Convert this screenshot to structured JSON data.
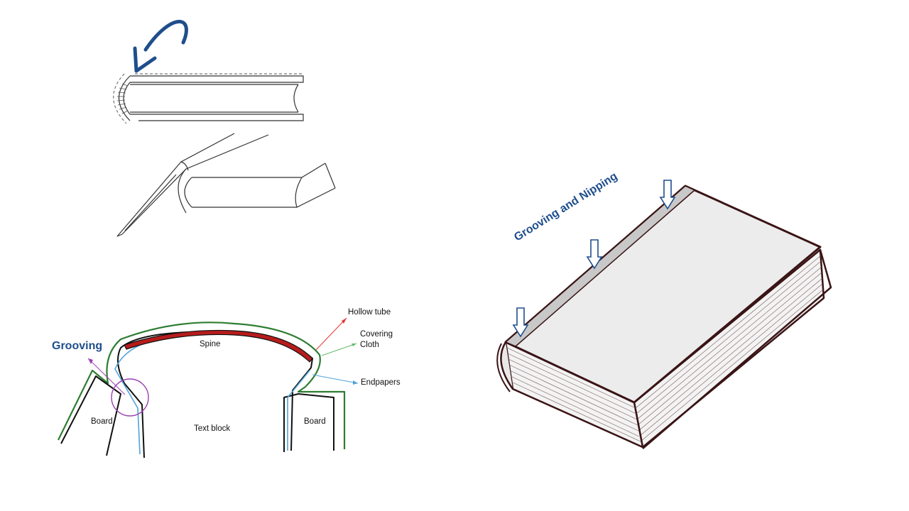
{
  "labels": {
    "grooving": "Grooving",
    "grooving_and_nipping": "Grooving and Nipping",
    "hollow_tube": "Hollow tube",
    "covering_line1": "Covering",
    "covering_line2": "Cloth",
    "endpapers": "Endpapers",
    "spine": "Spine",
    "board_left": "Board",
    "board_right": "Board",
    "text_block": "Text block"
  },
  "icons": {
    "curved_arrow": "curved-arrow-icon",
    "down_arrow": "down-arrow-icon"
  },
  "colors": {
    "blue": "#1f4e8c",
    "green": "#2e7d32",
    "red": "#b71c1c",
    "light_blue": "#4fa3d9",
    "purple": "#9b3fb5",
    "book_outline": "#3a1416",
    "cover_fill": "#ececec"
  }
}
